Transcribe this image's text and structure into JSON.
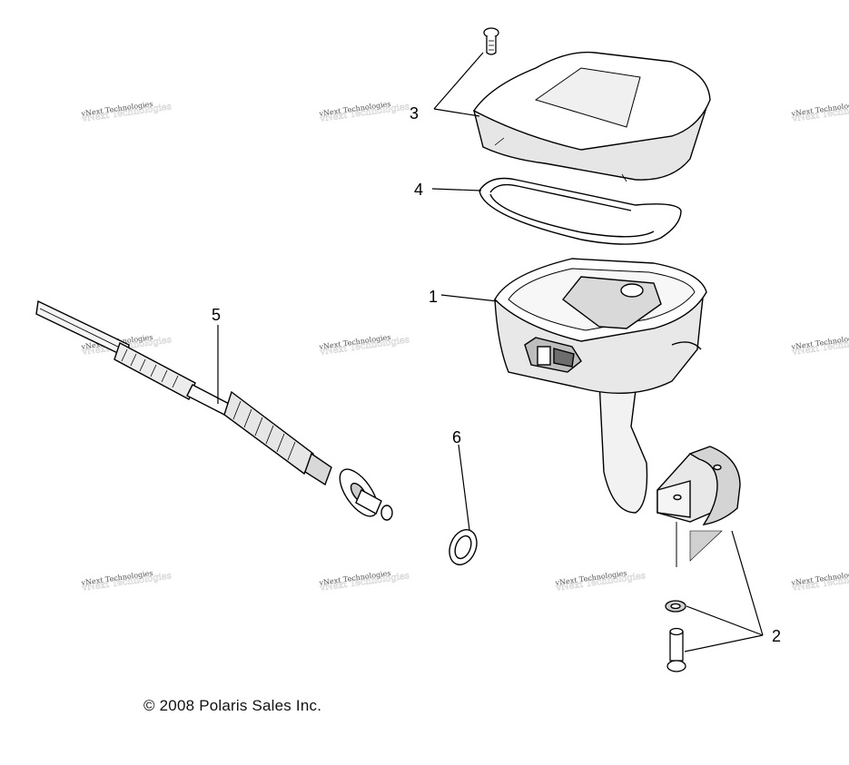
{
  "callouts": [
    "1",
    "2",
    "3",
    "4",
    "5",
    "6"
  ],
  "watermark": "vNext Technologies",
  "copyright": "© 2008 Polaris Sales Inc."
}
